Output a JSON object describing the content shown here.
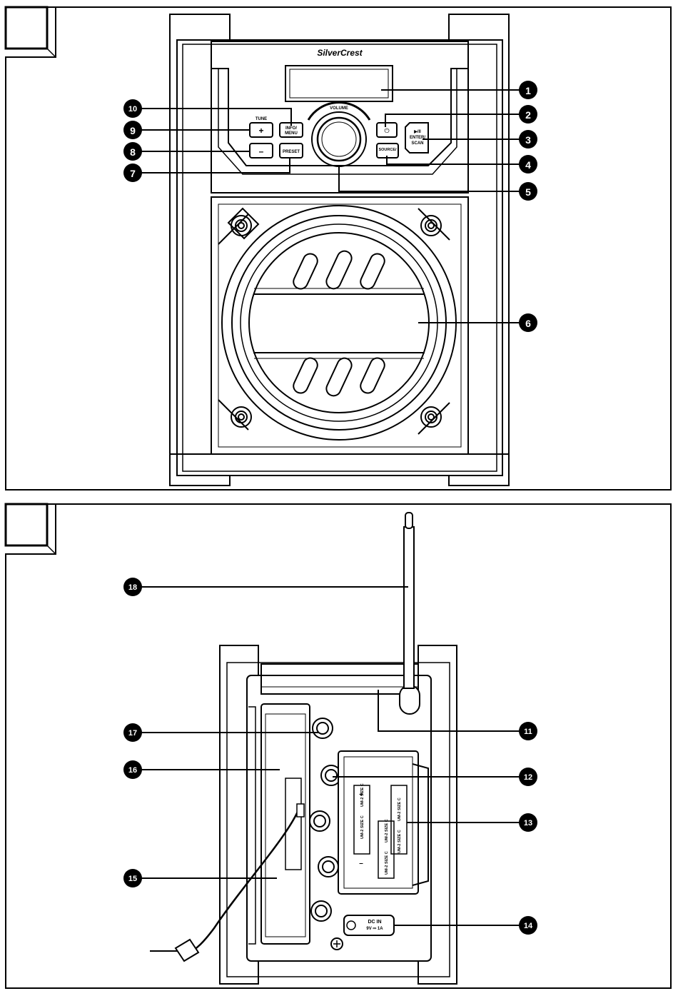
{
  "front": {
    "brand": "SilverCrest",
    "volume_label": "VOLUME",
    "tune_label": "TUNE",
    "plus_label": "+",
    "minus_label": "–",
    "info_label_1": "INFO/",
    "info_label_2": "MENU",
    "preset_label": "PRESET",
    "power_label": "⏻",
    "play_label_1": "▶/II",
    "play_label_2": "ENTER/",
    "play_label_3": "SCAN",
    "source_label": "SOURCE/"
  },
  "back": {
    "dcin_label_1": "DC IN",
    "dcin_label_2": "9V ⎓ 1A",
    "battery_text_1": "UM-2  SIZE  C",
    "battery_text_2": "UM-2  SIZE  C",
    "battery_text_3": "UM-2  SIZE  C",
    "battery_text_4": "UM-2  SIZE  C",
    "battery_text_5": "UM-2  SIZE  C",
    "battery_text_6": "UM-2  SIZE  C",
    "plus_sign": "+",
    "minus_sign": "–"
  },
  "callouts": [
    "1",
    "2",
    "3",
    "4",
    "5",
    "6",
    "7",
    "8",
    "9",
    "10",
    "11",
    "12",
    "13",
    "14",
    "15",
    "16",
    "17",
    "18"
  ]
}
